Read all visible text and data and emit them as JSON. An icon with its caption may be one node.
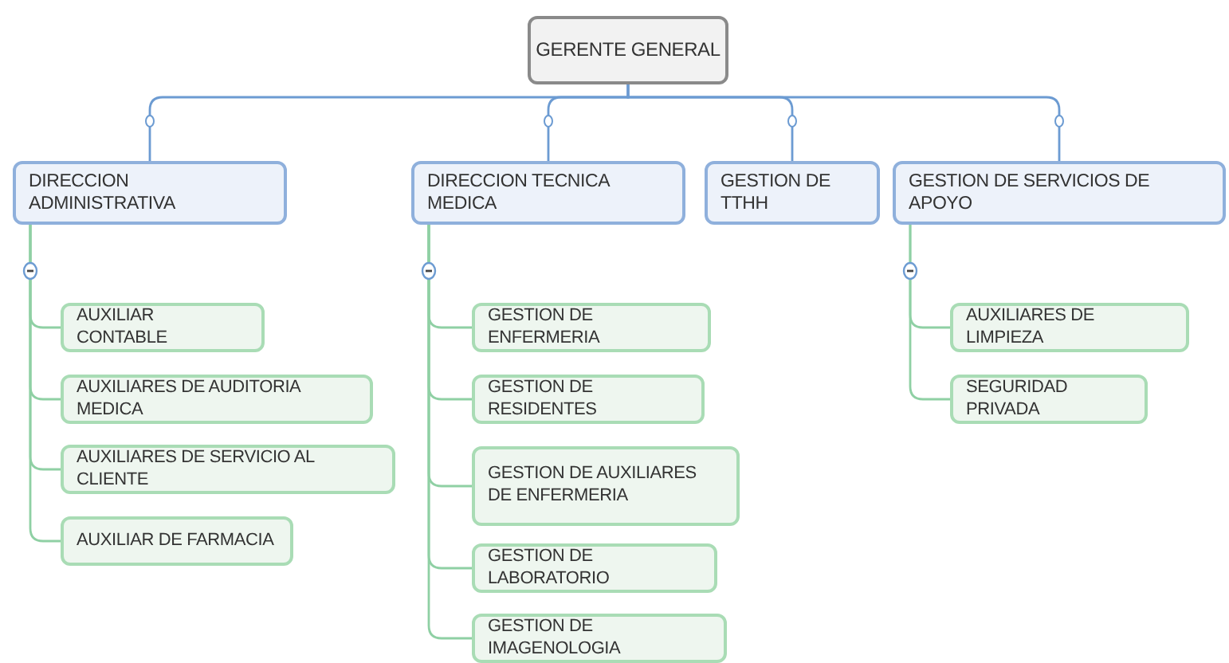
{
  "diagram": {
    "nodes": [
      {
        "text": [
          "GERENTE GENERAL"
        ]
      },
      {
        "text": [
          "DIRECCION ADMINISTRATIVA"
        ]
      },
      {
        "text": [
          "DIRECCION TECNICA MEDICA"
        ]
      },
      {
        "text": [
          "GESTION DE TTHH"
        ]
      },
      {
        "text": [
          "GESTION DE SERVICIOS DE APOYO"
        ]
      },
      {
        "text": [
          "AUXILIAR CONTABLE"
        ]
      },
      {
        "text": [
          "AUXILIARES DE AUDITORIA MEDICA"
        ]
      },
      {
        "text": [
          "AUXILIARES DE SERVICIO AL CLIENTE"
        ]
      },
      {
        "text": [
          "AUXILIAR DE FARMACIA"
        ]
      },
      {
        "text": [
          "GESTION DE ENFERMERIA"
        ]
      },
      {
        "text": [
          "GESTION DE RESIDENTES"
        ]
      },
      {
        "text": [
          "GESTION DE AUXILIARES DE ENFERMERIA"
        ]
      },
      {
        "text": [
          "GESTION DE LABORATORIO"
        ]
      },
      {
        "text": [
          "GESTION DE IMAGENOLOGIA"
        ]
      },
      {
        "text": [
          "AUXILIARES DE LIMPIEZA"
        ]
      },
      {
        "text": [
          "SEGURIDAD PRIVADA"
        ]
      }
    ],
    "edges": [
      {
        "from": 0,
        "to": 1,
        "arrow": "none",
        "color": "#6c9bd2"
      },
      {
        "from": 0,
        "to": 2,
        "arrow": "none",
        "color": "#6c9bd2"
      },
      {
        "from": 0,
        "to": 3,
        "arrow": "none",
        "color": "#6c9bd2"
      },
      {
        "from": 0,
        "to": 4,
        "arrow": "none",
        "color": "#6c9bd2"
      },
      {
        "from": 1,
        "to": 5,
        "arrow": "none"
      },
      {
        "from": 1,
        "to": 6,
        "arrow": "none"
      },
      {
        "from": 1,
        "to": 7,
        "arrow": "none"
      },
      {
        "from": 1,
        "to": 8,
        "arrow": "none"
      },
      {
        "from": 2,
        "to": 9,
        "arrow": "none"
      },
      {
        "from": 2,
        "to": 10,
        "arrow": "none"
      },
      {
        "from": 2,
        "to": 11,
        "arrow": "none"
      },
      {
        "from": 2,
        "to": 12,
        "arrow": "none"
      },
      {
        "from": 2,
        "to": 13,
        "arrow": "none"
      },
      {
        "from": 4,
        "to": 14,
        "arrow": "none"
      },
      {
        "from": 4,
        "to": 15,
        "arrow": "none"
      }
    ]
  }
}
